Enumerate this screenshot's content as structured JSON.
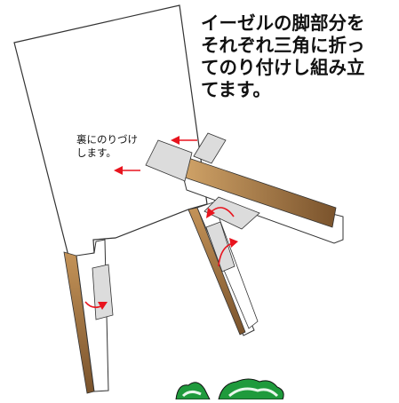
{
  "instructions": {
    "heading_lines": [
      "イーゼルの脚部分を",
      "それぞれ三角に折っ",
      "てのり付けし組み立",
      "てます。"
    ],
    "glue_note_lines": [
      "裏にのりづけ",
      "します。"
    ]
  },
  "colors": {
    "outline": "#333333",
    "panel": "#ffffff",
    "glue_tab": "#dcdcdc",
    "wood_light": "#cfa267",
    "wood_dark": "#7a532c",
    "arrow": "#e8141e",
    "decoration_green": "#1f9a3c"
  }
}
